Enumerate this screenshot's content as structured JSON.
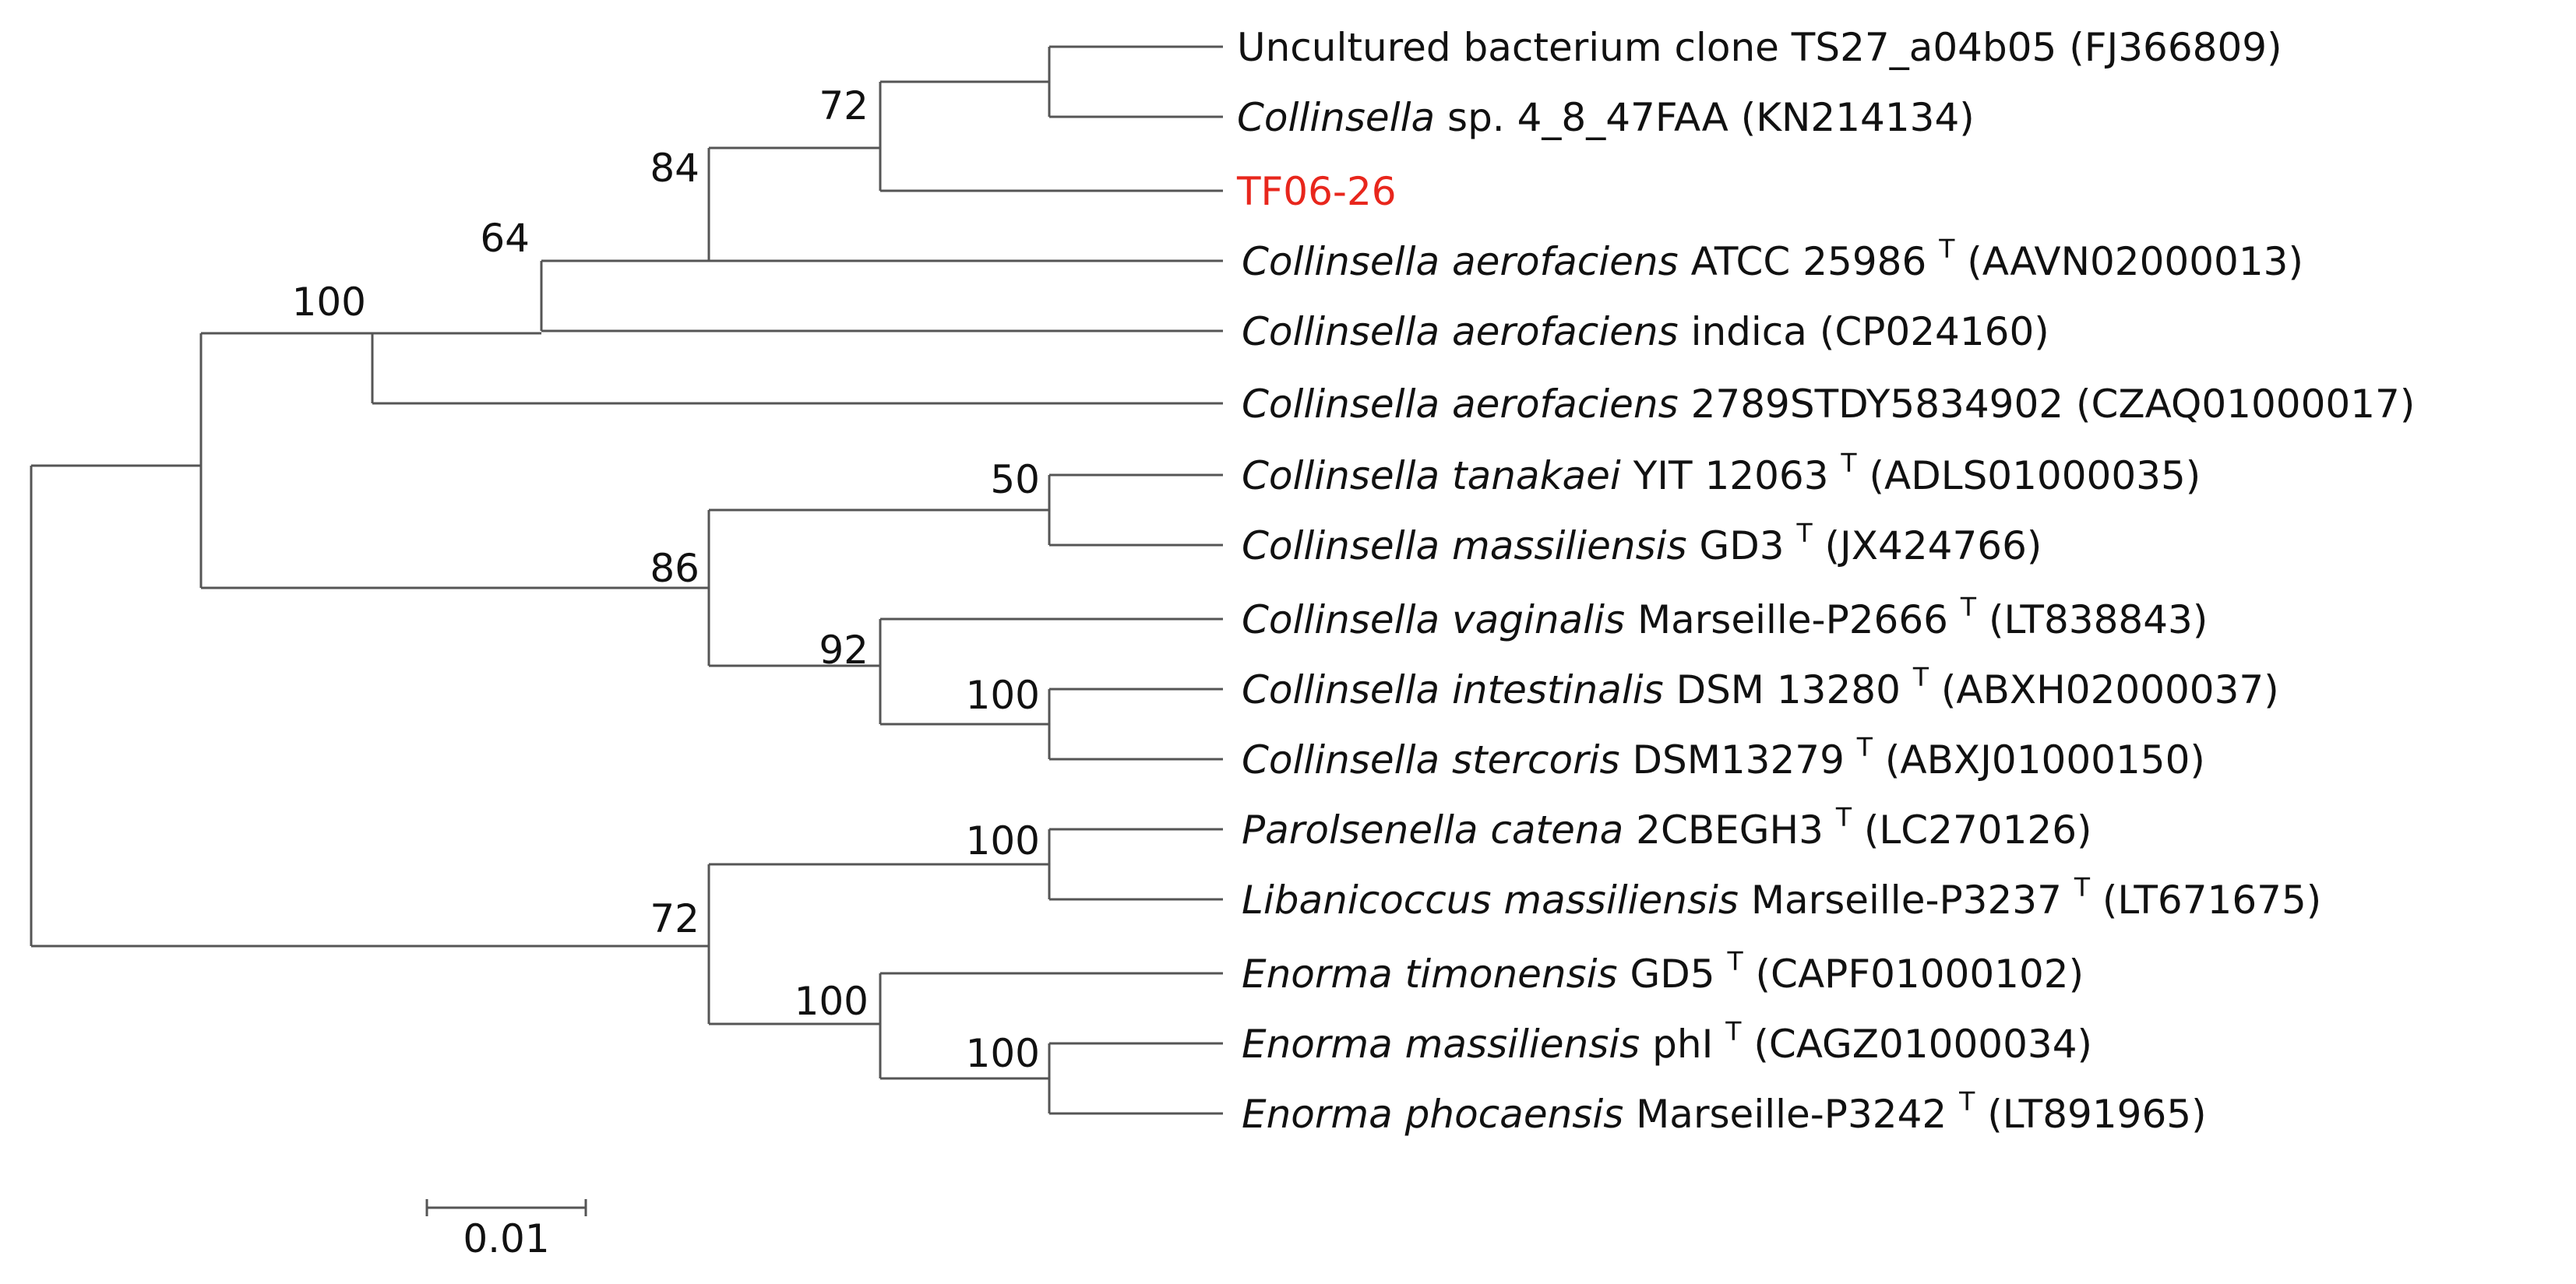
{
  "tree": {
    "leaves": [
      {
        "id": "L1",
        "species": "",
        "rest": "Uncultured bacterium clone TS27_a04b05 (FJ366809)",
        "type_strain": false
      },
      {
        "id": "L2",
        "species": "Collinsella",
        "strain": "sp. 4_8_47FAA",
        "accession": "(KN214134)",
        "type_strain": false
      },
      {
        "id": "L3",
        "species": "",
        "rest": "TF06-26",
        "type_strain": false,
        "highlight": true
      },
      {
        "id": "L4",
        "species": "Collinsella aerofaciens",
        "strain": "ATCC 25986",
        "accession": "(AAVN02000013)",
        "type_strain": true
      },
      {
        "id": "L5",
        "species": "Collinsella aerofaciens",
        "strain": "indica",
        "accession": "(CP024160)",
        "type_strain": false
      },
      {
        "id": "L6",
        "species": "Collinsella aerofaciens",
        "strain": "2789STDY5834902",
        "accession": "(CZAQ01000017)",
        "type_strain": false
      },
      {
        "id": "L7",
        "species": "Collinsella tanakaei",
        "strain": "YIT 12063",
        "accession": "(ADLS01000035)",
        "type_strain": true
      },
      {
        "id": "L8",
        "species": "Collinsella massiliensis",
        "strain": "GD3",
        "accession": "(JX424766)",
        "type_strain": true
      },
      {
        "id": "L9",
        "species": "Collinsella vaginalis",
        "strain": "Marseille-P2666",
        "accession": "(LT838843)",
        "type_strain": true
      },
      {
        "id": "L10",
        "species": "Collinsella intestinalis",
        "strain": "DSM 13280",
        "accession": "(ABXH02000037)",
        "type_strain": true
      },
      {
        "id": "L11",
        "species": "Collinsella stercoris",
        "strain": "DSM13279",
        "accession": "(ABXJ01000150)",
        "type_strain": true
      },
      {
        "id": "L12",
        "species": "Parolsenella catena",
        "strain": "2CBEGH3",
        "accession": "(LC270126)",
        "type_strain": true
      },
      {
        "id": "L13",
        "species": "Libanicoccus massiliensis",
        "strain": "Marseille-P3237",
        "accession": "(LT671675)",
        "type_strain": true
      },
      {
        "id": "L14",
        "species": "Enorma timonensis",
        "strain": "GD5",
        "accession": "(CAPF01000102)",
        "type_strain": true
      },
      {
        "id": "L15",
        "species": "Enorma massiliensis",
        "strain": "phI",
        "accession": "(CAGZ01000034)",
        "type_strain": true
      },
      {
        "id": "L16",
        "species": "Enorma phocaensis",
        "strain": "Marseille-P3242",
        "accession": "(LT891965)",
        "type_strain": true
      }
    ],
    "type_strain_mark": "T",
    "bootstrap": [
      "72",
      "84",
      "64",
      "100",
      "50",
      "86",
      "92",
      "100",
      "100",
      "72",
      "100",
      "100"
    ],
    "highlight_color": "#e8261c",
    "branch_color": "#555555",
    "scale_bar_label": "0.01"
  }
}
